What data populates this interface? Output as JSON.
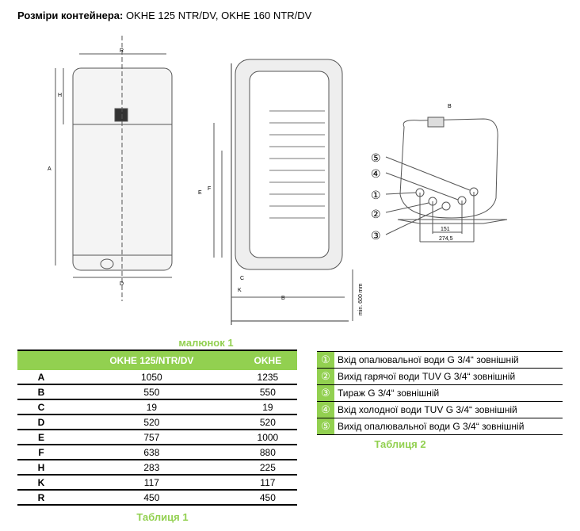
{
  "title": {
    "bold": "Розміри контейнера:",
    "rest": " OKHE 125 NTR/DV, OKHE 160 NTR/DV"
  },
  "drawing": {
    "caption": "малюнок 1",
    "labels": {
      "A": "A",
      "B": "B",
      "C": "C",
      "D": "D",
      "E": "E",
      "F": "F",
      "H": "H",
      "K": "K",
      "R": "R",
      "min": "min. 600 mm",
      "dim151": "151",
      "dim274": "274,5"
    },
    "callouts": [
      "①",
      "②",
      "③",
      "④",
      "⑤"
    ]
  },
  "table1": {
    "caption": "Таблиця 1",
    "headers": [
      "",
      "OKHE 125/NTR/DV",
      "OKHE"
    ],
    "rows": [
      [
        "A",
        "1050",
        "1235"
      ],
      [
        "B",
        "550",
        "550"
      ],
      [
        "C",
        "19",
        "19"
      ],
      [
        "D",
        "520",
        "520"
      ],
      [
        "E",
        "757",
        "1000"
      ],
      [
        "F",
        "638",
        "880"
      ],
      [
        "H",
        "283",
        "225"
      ],
      [
        "K",
        "117",
        "117"
      ],
      [
        "R",
        "450",
        "450"
      ]
    ]
  },
  "table2": {
    "caption": "Таблиця 2",
    "rows": [
      [
        "①",
        "Вхід опалювальної води G 3/4“  зовнішній"
      ],
      [
        "②",
        "Вихід гарячої води TUV  G 3/4“  зовнішній"
      ],
      [
        "③",
        "Тираж   G 3/4“  зовнішній"
      ],
      [
        "④",
        "Вхід холодної води TUV G 3/4“  зовнішній"
      ],
      [
        "⑤",
        "Вихід опалювальної води G 3/4“  зовнішній"
      ]
    ]
  }
}
